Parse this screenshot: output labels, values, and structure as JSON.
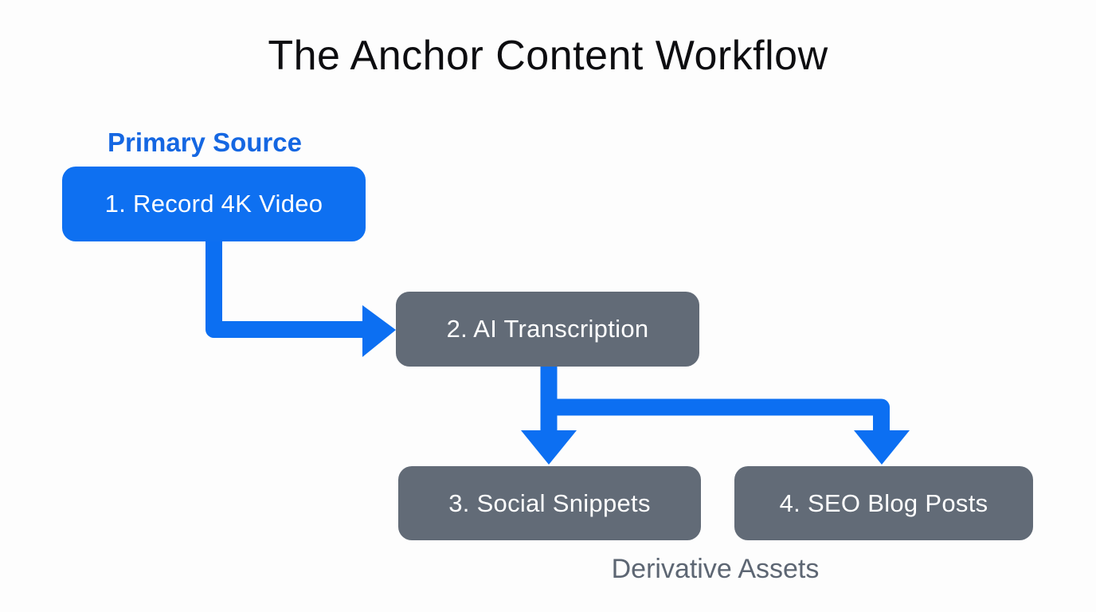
{
  "title": "The Anchor Content Workflow",
  "labels": {
    "primary_group": "Primary Source",
    "derivative_group": "Derivative Assets"
  },
  "nodes": [
    {
      "id": "1",
      "label": "1. Record 4K Video",
      "group": "Primary Source",
      "color": "#0e70f1"
    },
    {
      "id": "2",
      "label": "2. AI Transcription",
      "group": "",
      "color": "#626b77"
    },
    {
      "id": "3",
      "label": "3. Social Snippets",
      "group": "Derivative Assets",
      "color": "#626b77"
    },
    {
      "id": "4",
      "label": "4. SEO Blog Posts",
      "group": "Derivative Assets",
      "color": "#626b77"
    }
  ],
  "edges": [
    {
      "from": "1",
      "to": "2"
    },
    {
      "from": "2",
      "to": "3"
    },
    {
      "from": "2",
      "to": "4"
    }
  ],
  "colors": {
    "accent_blue": "#0e70f1",
    "arrow_blue": "#0c6ff2",
    "node_gray": "#626b77",
    "label_blue": "#1567e2",
    "label_gray": "#5d6673",
    "title_text": "#0d0d10",
    "background": "#fdfdfd"
  }
}
